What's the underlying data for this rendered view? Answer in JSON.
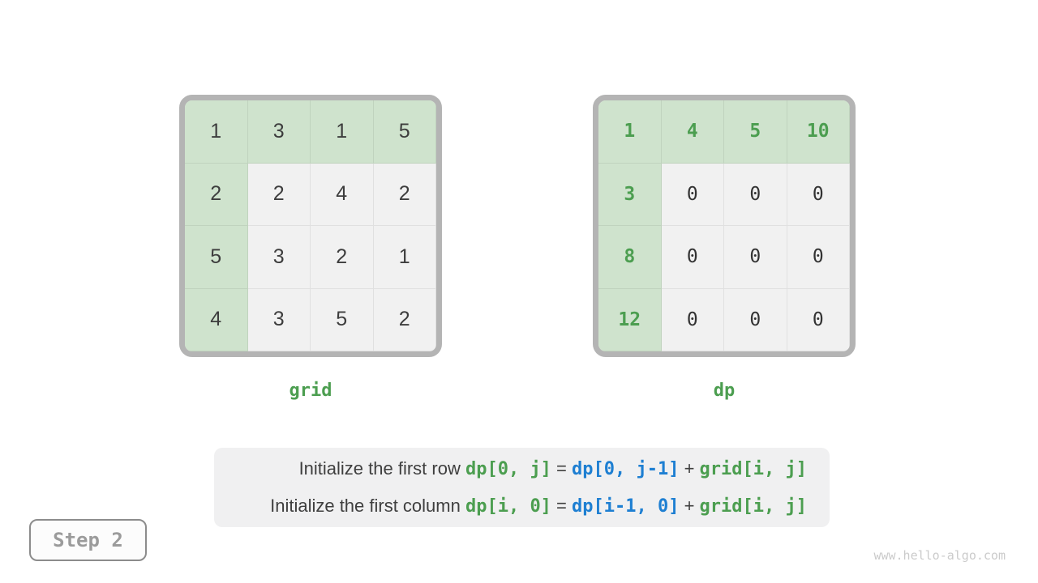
{
  "grid_table": {
    "label": "grid",
    "rows": [
      [
        "1",
        "3",
        "1",
        "5"
      ],
      [
        "2",
        "2",
        "4",
        "2"
      ],
      [
        "5",
        "3",
        "2",
        "1"
      ],
      [
        "4",
        "3",
        "5",
        "2"
      ]
    ]
  },
  "dp_table": {
    "label": "dp",
    "rows": [
      [
        "1",
        "4",
        "5",
        "10"
      ],
      [
        "3",
        "0",
        "0",
        "0"
      ],
      [
        "8",
        "0",
        "0",
        "0"
      ],
      [
        "12",
        "0",
        "0",
        "0"
      ]
    ]
  },
  "caption": {
    "line1": {
      "prefix": "Initialize the first row ",
      "code1": "dp[0, j]",
      "op1": " = ",
      "code2": "dp[0, j-1]",
      "op2": " + ",
      "code3": "grid[i, j]"
    },
    "line2": {
      "prefix": "Initialize the first column ",
      "code1": "dp[i, 0]",
      "op1": " = ",
      "code2": "dp[i-1, 0]",
      "op2": " + ",
      "code3": "grid[i, j]"
    }
  },
  "step_badge": {
    "label": "Step 2"
  },
  "watermark": "www.hello-algo.com",
  "colors": {
    "green_text": "#4c9e50",
    "blue_text": "#1e7fd2",
    "green_cell_bg": "#cfe3cd",
    "gray_cell_bg": "#f1f1f1",
    "frame_gray": "#b4b4b4"
  }
}
